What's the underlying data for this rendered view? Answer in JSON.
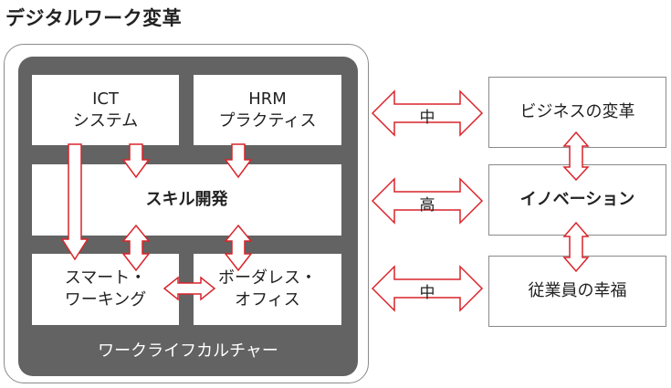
{
  "title": "デジタルワーク変革",
  "boxes": {
    "ict_line1": "ICT",
    "ict_line2": "システム",
    "hrm_line1": "HRM",
    "hrm_line2": "プラクティス",
    "skill": "スキル開発",
    "smart_line1": "スマート・",
    "smart_line2": "ワーキング",
    "borderless_line1": "ボーダレス・",
    "borderless_line2": "オフィス",
    "culture": "ワークライフカルチャー",
    "business": "ビジネスの変革",
    "innovation": "イノベーション",
    "wellbeing": "従業員の幸福"
  },
  "arrows": {
    "top": "中",
    "middle": "高",
    "bottom": "中"
  },
  "colors": {
    "arrow": "#d9242a",
    "panel": "#636363",
    "border": "#8a8a8a"
  }
}
